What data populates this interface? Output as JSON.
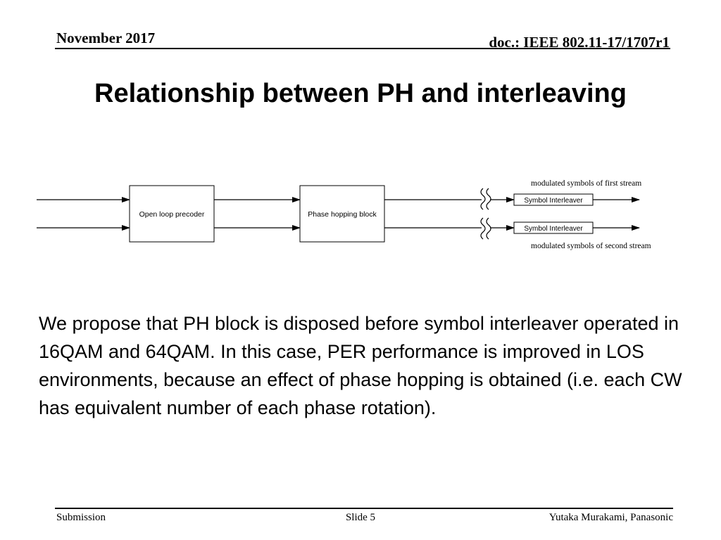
{
  "header": {
    "date": "November 2017",
    "doc": "doc.: IEEE 802.11-17/1707r1"
  },
  "title": "Relationship between PH and interleaving",
  "diagram": {
    "block1": "Open loop precoder",
    "block2": "Phase hopping block",
    "interleaver1": "Symbol Interleaver",
    "interleaver2": "Symbol Interleaver",
    "label_first": "modulated symbols of first stream",
    "label_second": "modulated symbols of second stream"
  },
  "body": "We propose that PH block is disposed before symbol interleaver operated in 16QAM and 64QAM. In this case, PER performance is improved in LOS environments, because an effect of phase hopping is obtained (i.e. each CW has equivalent number of each phase rotation).",
  "footer": {
    "left": "Submission",
    "center": "Slide 5",
    "right": "Yutaka Murakami, Panasonic"
  }
}
